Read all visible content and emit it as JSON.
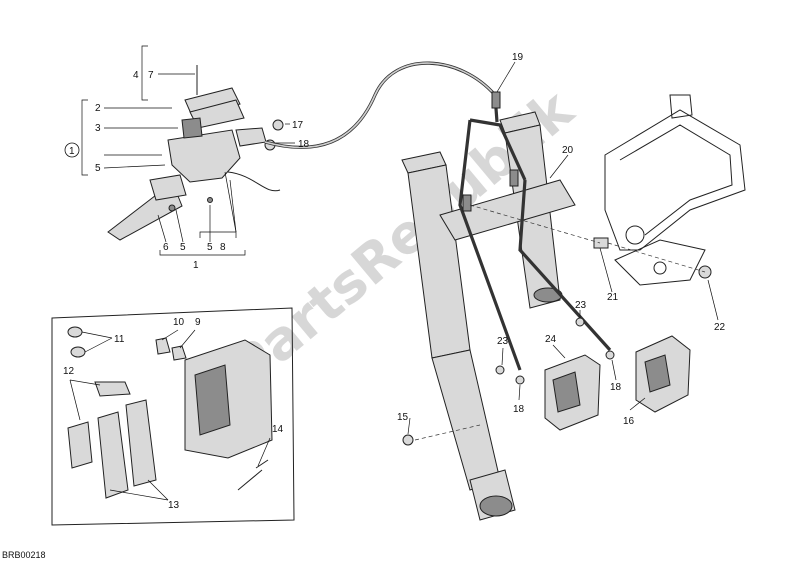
{
  "watermark": "PartsRepublik",
  "drawing_code": "BRB00218",
  "callouts": {
    "c1": "1",
    "c1b": "1",
    "c2": "2",
    "c3": "3",
    "c4": "4",
    "c5a": "5",
    "c5b": "5",
    "c5c": "5",
    "c6": "6",
    "c7": "7",
    "c8": "8",
    "c9": "9",
    "c10": "10",
    "c11": "11",
    "c12": "12",
    "c13": "13",
    "c14": "14",
    "c15": "15",
    "c16": "16",
    "c17": "17",
    "c18a": "18",
    "c18b": "18",
    "c18c": "18",
    "c19": "19",
    "c20": "20",
    "c21": "21",
    "c22": "22",
    "c23a": "23",
    "c23b": "23",
    "c24": "24"
  }
}
